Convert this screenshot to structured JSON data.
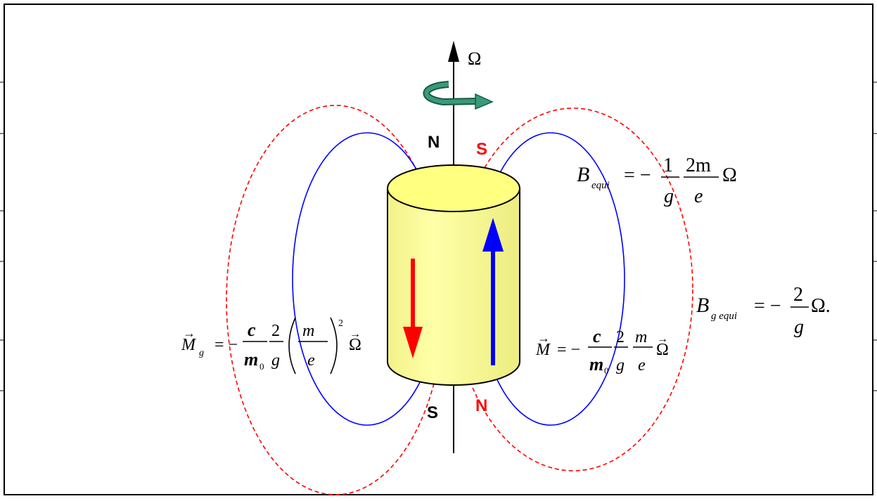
{
  "colors": {
    "cylinder_fill": "#ffff99",
    "cylinder_top": "#ffff80",
    "blue": "#0000ff",
    "red": "#ff0000",
    "teal": "#2e8b67",
    "black": "#000000"
  },
  "labels": {
    "omega": "Ω",
    "top_black": "N",
    "top_red": "S",
    "bottom_black": "S",
    "bottom_red": "N"
  },
  "formula_b_equi": {
    "b": "B",
    "sub": "equi",
    "eq": "= −",
    "n1": "1",
    "d1": "g",
    "n2": "2m",
    "d2": "e",
    "omega": "Ω"
  },
  "formula_b_g_equi": {
    "b": "B",
    "sub": "g equi",
    "eq": "= −",
    "n1": "2",
    "d1": "g",
    "omega": "Ω."
  },
  "formula_m": {
    "m": "M",
    "vec": "→",
    "eq": "= −",
    "n1": "c",
    "d1": "m",
    "d1_sub": "0",
    "n2": "2",
    "d2": "g",
    "n3": "m",
    "d3": "e",
    "omega": "Ω",
    "omega_vec": "→"
  },
  "formula_m_g": {
    "m": "M",
    "vec": "→",
    "sub": "g",
    "eq": "= −",
    "n1": "c",
    "d1": "m",
    "d1_sub": "0",
    "n2": "2",
    "d2": "g",
    "n3": "m",
    "d3": "e",
    "power": "2",
    "omega": "Ω",
    "omega_vec": "→"
  }
}
